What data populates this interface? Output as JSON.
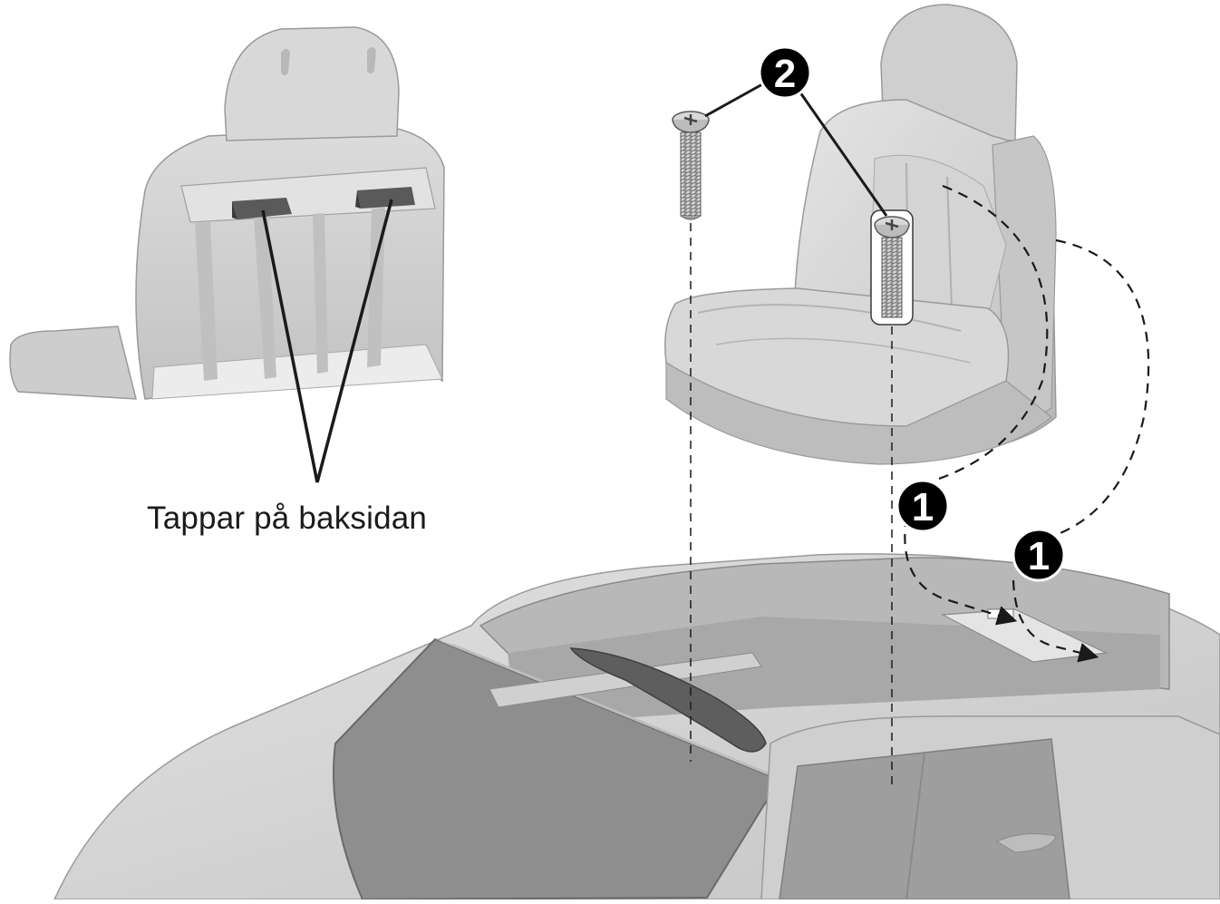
{
  "caption": "Tappar på baksidan",
  "callouts": {
    "screws": "2",
    "tab_left": "1",
    "tab_right": "1"
  },
  "colors": {
    "plastic_light": "#d6d6d6",
    "plastic_mid": "#bdbdbd",
    "plastic_dark": "#8c8c8c",
    "line": "#1a1a1a",
    "callout_fill": "#000000"
  }
}
